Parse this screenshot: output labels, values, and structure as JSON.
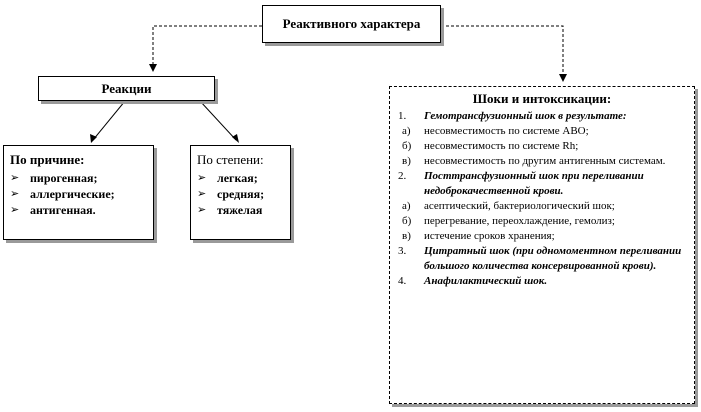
{
  "root": {
    "title": "Реактивного характера"
  },
  "reactions": {
    "title": "Реакции"
  },
  "cause": {
    "title": "По причине:",
    "items": [
      "пирогенная;",
      "аллергические;",
      "антигенная."
    ]
  },
  "degree": {
    "title": "По степени:",
    "items": [
      "легкая;",
      "средняя;",
      "тяжелая"
    ]
  },
  "shock": {
    "title": "Шоки и интоксикации:",
    "items": [
      {
        "num": "1.",
        "text": "Гемотрансфузионный шок в результате:",
        "subs": [
          {
            "let": "а)",
            "text": "несовместимость по системе АВО;"
          },
          {
            "let": "б)",
            "text": "несовместимость по системе Rh;"
          },
          {
            "let": "в)",
            "text": "несовместимость по другим антигенным системам."
          }
        ]
      },
      {
        "num": "2.",
        "text": "Посттрансфузионный шок при переливании недоброкачественной крови.",
        "subs": [
          {
            "let": "а)",
            "text": "асептический, бактериологический шок;"
          },
          {
            "let": "б)",
            "text": "перегревание, переохлаждение, гемолиз;"
          },
          {
            "let": "в)",
            "text": "истечение сроков хранения;"
          }
        ]
      },
      {
        "num": "3.",
        "text": "Цитратный шок (при одномоментном переливании большого количества консервированной крови).",
        "subs": []
      },
      {
        "num": "4.",
        "text": "Анафилактический шок.",
        "subs": []
      }
    ]
  },
  "icons": {
    "bullet": "➢"
  }
}
